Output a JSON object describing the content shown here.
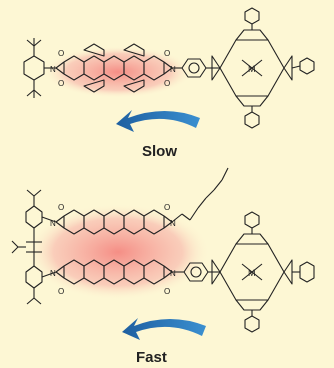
{
  "labels": {
    "top_arrow": "Slow",
    "bottom_arrow": "Fast"
  },
  "atoms": {
    "oxygen": "O",
    "nitrogen": "N",
    "metal": "M"
  },
  "colors": {
    "background": "#fdf7d4",
    "glow": "#f26b6b",
    "arrow": "#2f7fc1",
    "bond": "#222222"
  }
}
